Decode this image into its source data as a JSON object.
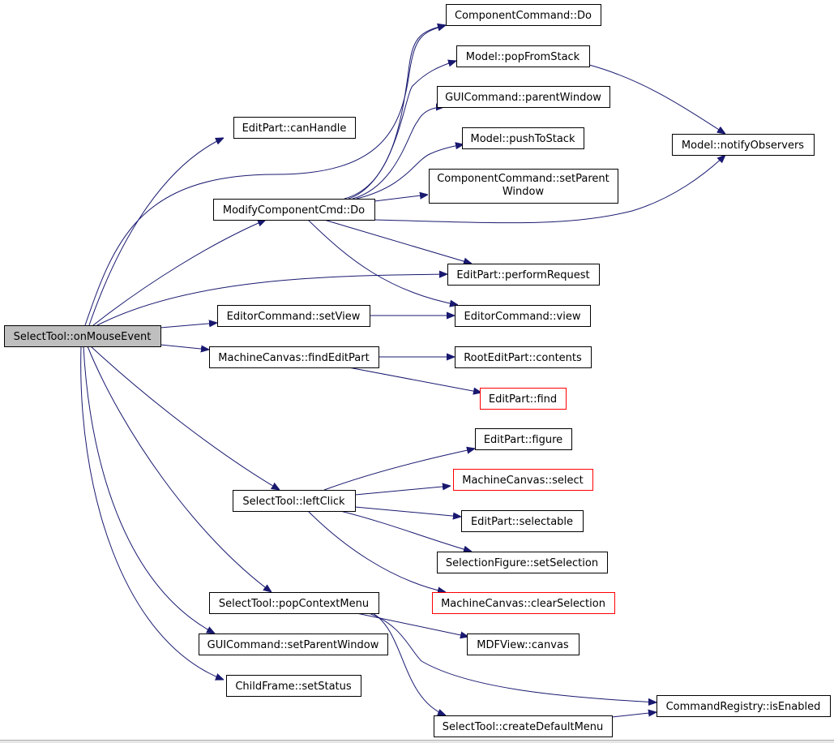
{
  "diagram": {
    "type": "call-graph",
    "colors": {
      "edge": "#191970",
      "root_fill": "#bfbfbf",
      "node_fill": "#ffffff",
      "node_border": "#000000",
      "truncated_border": "#ff0000"
    },
    "nodes": [
      {
        "id": "root",
        "label": "SelectTool::onMouseEvent",
        "style": "root"
      },
      {
        "id": "editpart_canhandle",
        "label": "EditPart::canHandle",
        "style": "normal"
      },
      {
        "id": "modifycomponentcmd_do",
        "label": "ModifyComponentCmd::Do",
        "style": "normal"
      },
      {
        "id": "componentcommand_do",
        "label": "ComponentCommand::Do",
        "style": "normal"
      },
      {
        "id": "model_popfromstack",
        "label": "Model::popFromStack",
        "style": "normal"
      },
      {
        "id": "guicommand_parentwindow",
        "label": "GUICommand::parentWindow",
        "style": "normal"
      },
      {
        "id": "model_pushtostack",
        "label": "Model::pushToStack",
        "style": "normal"
      },
      {
        "id": "componentcommand_setparentwindow",
        "label": "ComponentCommand::setParent",
        "label2": "Window",
        "style": "normal"
      },
      {
        "id": "model_notifyobservers",
        "label": "Model::notifyObservers",
        "style": "normal"
      },
      {
        "id": "editpart_performrequest",
        "label": "EditPart::performRequest",
        "style": "normal"
      },
      {
        "id": "editorcommand_setview",
        "label": "EditorCommand::setView",
        "style": "normal"
      },
      {
        "id": "editorcommand_view",
        "label": "EditorCommand::view",
        "style": "normal"
      },
      {
        "id": "machinecanvas_findeditpart",
        "label": "MachineCanvas::findEditPart",
        "style": "normal"
      },
      {
        "id": "rooteditpart_contents",
        "label": "RootEditPart::contents",
        "style": "normal"
      },
      {
        "id": "editpart_find",
        "label": "EditPart::find",
        "style": "truncated"
      },
      {
        "id": "editpart_figure",
        "label": "EditPart::figure",
        "style": "normal"
      },
      {
        "id": "selecttool_leftclick",
        "label": "SelectTool::leftClick",
        "style": "normal"
      },
      {
        "id": "machinecanvas_select",
        "label": "MachineCanvas::select",
        "style": "truncated"
      },
      {
        "id": "editpart_selectable",
        "label": "EditPart::selectable",
        "style": "normal"
      },
      {
        "id": "selectionfigure_setselection",
        "label": "SelectionFigure::setSelection",
        "style": "normal"
      },
      {
        "id": "machinecanvas_clearselection",
        "label": "MachineCanvas::clearSelection",
        "style": "truncated"
      },
      {
        "id": "selecttool_popcontextmenu",
        "label": "SelectTool::popContextMenu",
        "style": "normal"
      },
      {
        "id": "mdfview_canvas",
        "label": "MDFView::canvas",
        "style": "normal"
      },
      {
        "id": "guicommand_setparentwindow",
        "label": "GUICommand::setParentWindow",
        "style": "normal"
      },
      {
        "id": "childframe_setstatus",
        "label": "ChildFrame::setStatus",
        "style": "normal"
      },
      {
        "id": "commandregistry_isenabled",
        "label": "CommandRegistry::isEnabled",
        "style": "normal"
      },
      {
        "id": "selecttool_createdefaultmenu",
        "label": "SelectTool::createDefaultMenu",
        "style": "normal"
      }
    ],
    "edges": [
      {
        "from": "root",
        "to": "editpart_canhandle"
      },
      {
        "from": "root",
        "to": "componentcommand_do"
      },
      {
        "from": "root",
        "to": "modifycomponentcmd_do"
      },
      {
        "from": "root",
        "to": "editpart_performrequest"
      },
      {
        "from": "root",
        "to": "editorcommand_setview"
      },
      {
        "from": "root",
        "to": "machinecanvas_findeditpart"
      },
      {
        "from": "root",
        "to": "selecttool_leftclick"
      },
      {
        "from": "root",
        "to": "selecttool_popcontextmenu"
      },
      {
        "from": "root",
        "to": "guicommand_setparentwindow"
      },
      {
        "from": "root",
        "to": "childframe_setstatus"
      },
      {
        "from": "modifycomponentcmd_do",
        "to": "componentcommand_do"
      },
      {
        "from": "modifycomponentcmd_do",
        "to": "model_popfromstack"
      },
      {
        "from": "modifycomponentcmd_do",
        "to": "guicommand_parentwindow"
      },
      {
        "from": "modifycomponentcmd_do",
        "to": "model_pushtostack"
      },
      {
        "from": "modifycomponentcmd_do",
        "to": "componentcommand_setparentwindow"
      },
      {
        "from": "modifycomponentcmd_do",
        "to": "model_notifyobservers"
      },
      {
        "from": "modifycomponentcmd_do",
        "to": "editpart_performrequest"
      },
      {
        "from": "modifycomponentcmd_do",
        "to": "editorcommand_view"
      },
      {
        "from": "model_popfromstack",
        "to": "model_notifyobservers"
      },
      {
        "from": "editorcommand_setview",
        "to": "editorcommand_view"
      },
      {
        "from": "machinecanvas_findeditpart",
        "to": "rooteditpart_contents"
      },
      {
        "from": "machinecanvas_findeditpart",
        "to": "editpart_find"
      },
      {
        "from": "selecttool_leftclick",
        "to": "editpart_figure"
      },
      {
        "from": "selecttool_leftclick",
        "to": "machinecanvas_select"
      },
      {
        "from": "selecttool_leftclick",
        "to": "editpart_selectable"
      },
      {
        "from": "selecttool_leftclick",
        "to": "selectionfigure_setselection"
      },
      {
        "from": "selecttool_leftclick",
        "to": "machinecanvas_clearselection"
      },
      {
        "from": "selecttool_popcontextmenu",
        "to": "mdfview_canvas"
      },
      {
        "from": "selecttool_popcontextmenu",
        "to": "commandregistry_isenabled"
      },
      {
        "from": "selecttool_popcontextmenu",
        "to": "selecttool_createdefaultmenu"
      },
      {
        "from": "selecttool_createdefaultmenu",
        "to": "commandregistry_isenabled"
      }
    ]
  }
}
